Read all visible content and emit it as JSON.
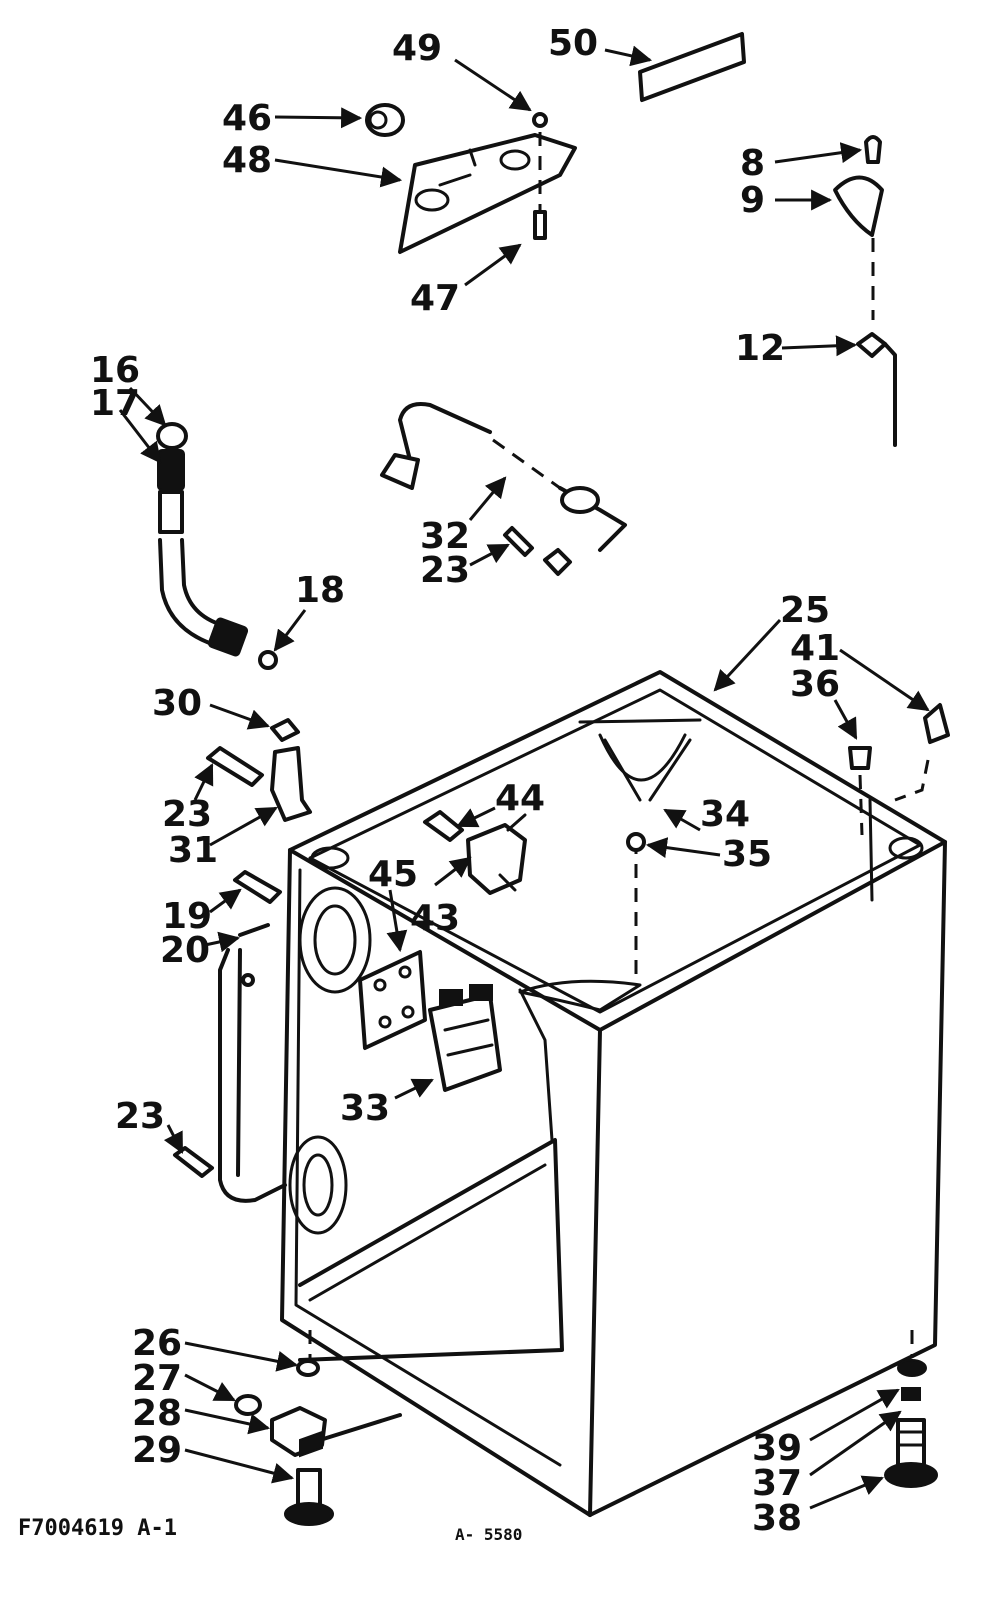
{
  "labels": {
    "l50": "50",
    "l49": "49",
    "l46": "46",
    "l48": "48",
    "l47": "47",
    "l8": "8",
    "l9": "9",
    "l12": "12",
    "l16": "16",
    "l17": "17",
    "l18": "18",
    "l32": "32",
    "l23a": "23",
    "l25": "25",
    "l41": "41",
    "l36": "36",
    "l30": "30",
    "l23b": "23",
    "l31": "31",
    "l44": "44",
    "l34": "34",
    "l35": "35",
    "l45": "45",
    "l43": "43",
    "l19": "19",
    "l20": "20",
    "l33": "33",
    "l23c": "23",
    "l26": "26",
    "l27": "27",
    "l28": "28",
    "l29": "29",
    "l39": "39",
    "l37": "37",
    "l38": "38"
  },
  "footer": {
    "code": "F7004619 A-1",
    "ref": "A- 5580"
  }
}
